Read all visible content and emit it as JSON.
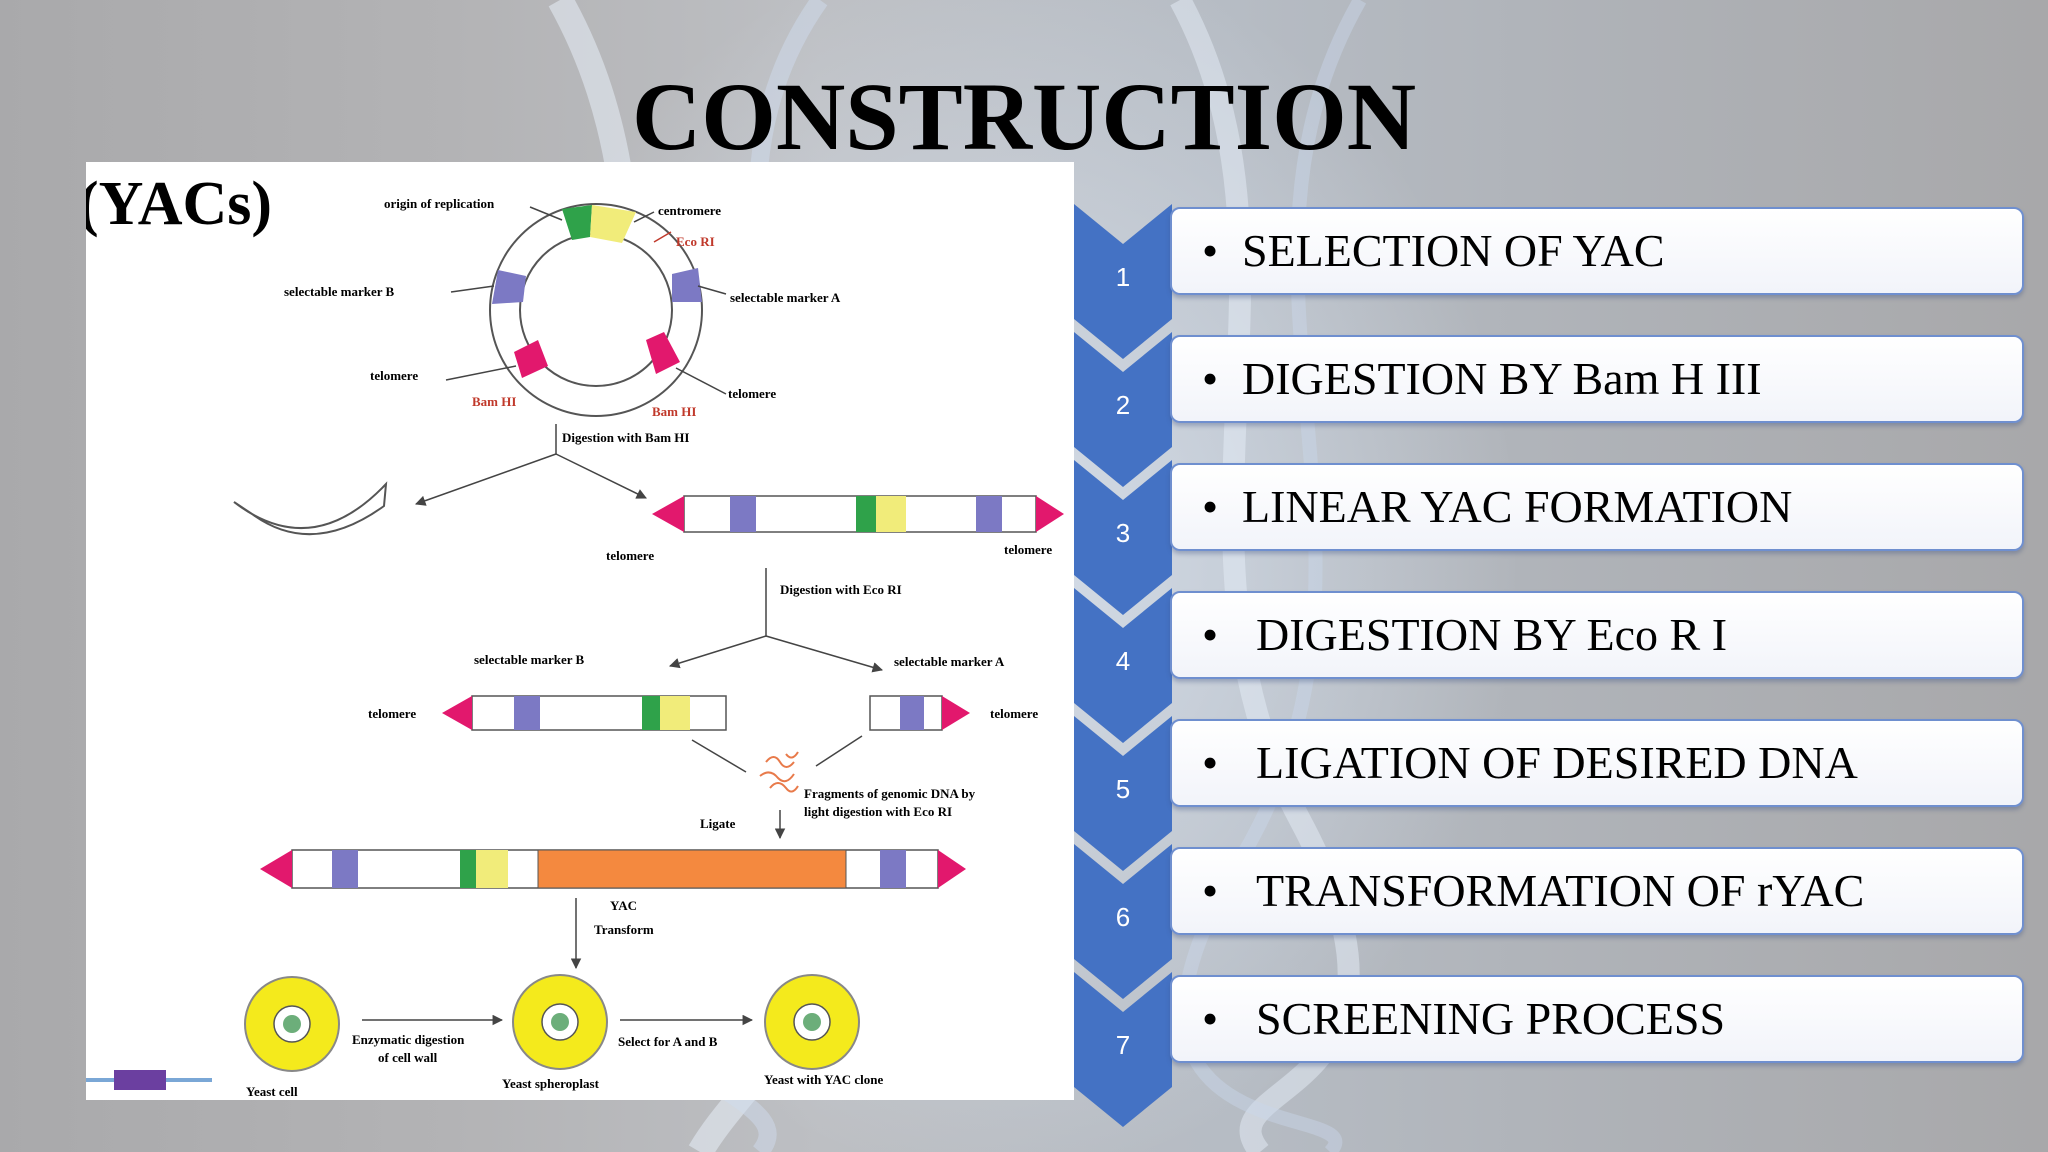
{
  "title": "CONSTRUCTION",
  "colors": {
    "chevron": "#4472c4",
    "box_border": "#6f8fcf",
    "insert": "#f4893f",
    "marker": "#7c79c4",
    "telomere": "#e2186d",
    "centromere": "#f1ec7a",
    "origin": "#2fa24a",
    "yeast": "#f4ea1c"
  },
  "diagram": {
    "heading": "(YACs)",
    "plasmid": {
      "origin": "origin of replication",
      "centromere": "centromere",
      "eco_site": "Eco RI",
      "marker_b": "selectable marker B",
      "marker_a": "selectable marker A",
      "telomere_left": "telomere",
      "telomere_right": "telomere",
      "bam_left": "Bam HI",
      "bam_right": "Bam HI"
    },
    "step_bam": "Digestion with Bam HI",
    "linear": {
      "telomere_left": "telomere",
      "telomere_right": "telomere"
    },
    "step_eco": "Digestion with Eco RI",
    "arms": {
      "marker_b": "selectable marker B",
      "marker_a": "selectable marker A",
      "telomere_left": "telomere",
      "telomere_right": "telomere"
    },
    "fragments": [
      "Fragments of genomic DNA by",
      "light digestion with Eco RI"
    ],
    "ligate": "Ligate",
    "yac": "YAC",
    "transform": "Transform",
    "digest_wall": [
      "Enzymatic digestion",
      "of cell wall"
    ],
    "select": "Select for A and B",
    "cells": [
      "Yeast cell",
      "Yeast spheroplast",
      "Yeast with YAC clone"
    ]
  },
  "steps": [
    {
      "num": "1",
      "text": "SELECTION OF YAC"
    },
    {
      "num": "2",
      "text": "DIGESTION BY Bam H III"
    },
    {
      "num": "3",
      "text": "LINEAR YAC FORMATION"
    },
    {
      "num": "4",
      "text": "DIGESTION BY Eco R I"
    },
    {
      "num": "5",
      "text": "LIGATION OF DESIRED DNA"
    },
    {
      "num": "6",
      "text": "TRANSFORMATION OF rYAC"
    },
    {
      "num": "7",
      "text": "SCREENING PROCESS"
    }
  ],
  "bullet": "•"
}
